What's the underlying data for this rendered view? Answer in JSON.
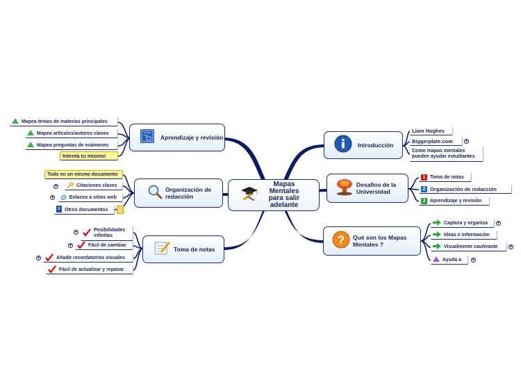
{
  "center": {
    "title": "Mapas Mentales para salir adelante",
    "icon": "graduation-tools-icon"
  },
  "branches": {
    "aprendizaje": {
      "label": "Aprendizaje y revisión",
      "icon": "blueprint-icon",
      "items": [
        "Mapea temas de materias principales",
        "Mapea artículos/autores claves",
        "Mapea preguntas de exámenes",
        "Intenta tu mismo!"
      ]
    },
    "organizacion": {
      "label": "Organización de redacción",
      "icon": "magnifier-icon",
      "items": [
        "Todo en un mismo documento",
        "Citaciones claves",
        "Enlaces a sitios web",
        "Otros documentos"
      ]
    },
    "toma": {
      "label": "Toma de notas",
      "icon": "notepad-icon",
      "items": [
        "Posibilidades infinitas",
        "Fácil de cambiar",
        "Añadir recordatorios visuales",
        "Fácil de actualizar y repasar"
      ]
    },
    "introduccion": {
      "label": "Introducción",
      "icon": "info-icon",
      "items": [
        "Liam Hughes",
        "Biggerplate.com",
        "Como mapas mentales pueden ayudar estudiantes"
      ]
    },
    "desafios": {
      "label": "Desafíos de la Universidad",
      "icon": "explosion-icon",
      "items": [
        "Toma de notas",
        "Organización de redacción",
        "Aprendizaje y revisión"
      ],
      "badges": [
        "1",
        "2",
        "3"
      ]
    },
    "que": {
      "label": "Qué son los Mapas Mentales ?",
      "icon": "question-icon",
      "items": [
        "Captura y organiza",
        "Ideas e información",
        "Visualmente cautivante",
        "Ayuda a"
      ]
    }
  },
  "colors": {
    "line": "#0d1b63",
    "accent": "#1a2a6c",
    "highlight": "#fff7a0"
  }
}
